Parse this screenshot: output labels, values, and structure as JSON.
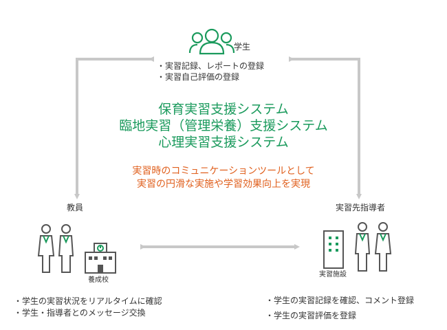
{
  "student": {
    "label": "学生",
    "items": [
      "・実習記録、レポートの登録",
      "・実習自己評価の登録"
    ]
  },
  "systems": [
    "保育実習支援システム",
    "臨地実習（管理栄養）支援システム",
    "心理実習支援システム"
  ],
  "tagline": [
    "実習時のコミュニケーションツールとして",
    "実習の円滑な実施や学習効果向上を実現"
  ],
  "teacher": {
    "label": "教員",
    "building_label": "養成校",
    "items": [
      "・学生の実習状況をリアルタイムに確認",
      "・学生・指導者とのメッセージ交換"
    ]
  },
  "instructor": {
    "label": "実習先指導者",
    "building_label": "実習施設",
    "items": [
      "・学生の実習記録を確認、コメント登録",
      "・学生の実習評価を登録"
    ]
  },
  "colors": {
    "accent_green": "#1a9a5c",
    "accent_orange": "#e0601e",
    "arrow_gray": "#c8c8c8",
    "icon_gray": "#555555"
  },
  "icons": [
    "users-icon",
    "person-icon",
    "school-building-icon",
    "facility-building-icon"
  ]
}
